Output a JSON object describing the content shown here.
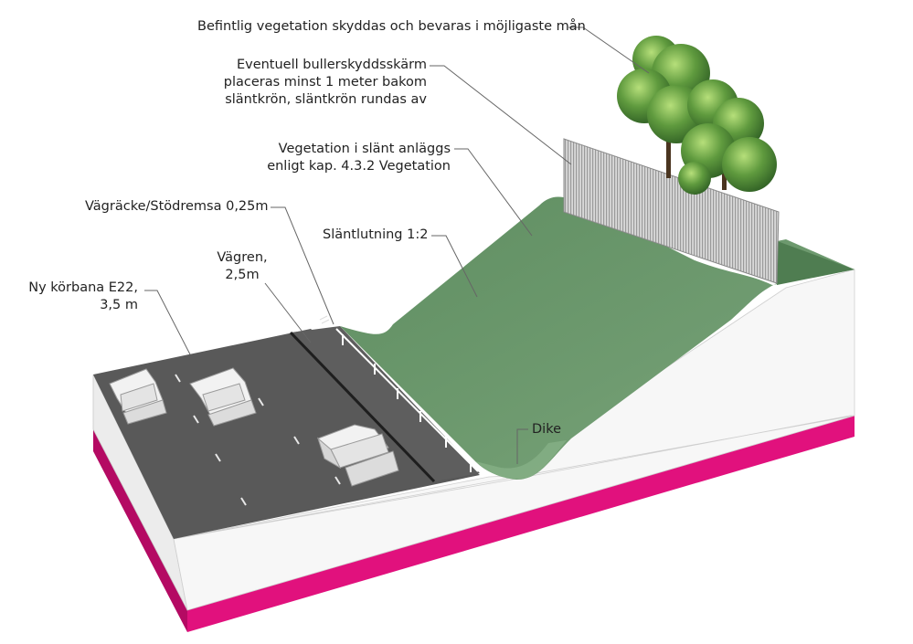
{
  "labels": {
    "befintlig": "Befintlig vegetation skyddas och bevaras i möjligaste mån",
    "buller": [
      "Eventuell bullerskyddsskärm",
      "placeras minst 1 meter bakom",
      "släntkrön, släntkrön rundas av"
    ],
    "vegetation_slant": [
      "Vegetation i slänt anläggs",
      "enligt kap. 4.3.2 Vegetation"
    ],
    "vagracke": "Vägräcke/Stödremsa 0,25m",
    "slantlutning": "Släntlutning 1:2",
    "vagren": [
      "Vägren,",
      "2,5m"
    ],
    "korbana": [
      "Ny körbana E22,",
      "3,5 m"
    ],
    "dike": "Dike"
  },
  "colors": {
    "asphalt": "#5a5a5a",
    "slope": "#6e9a6e",
    "base": "#e1117d",
    "block_side": "#f6f6f6",
    "leader": "#555555"
  }
}
